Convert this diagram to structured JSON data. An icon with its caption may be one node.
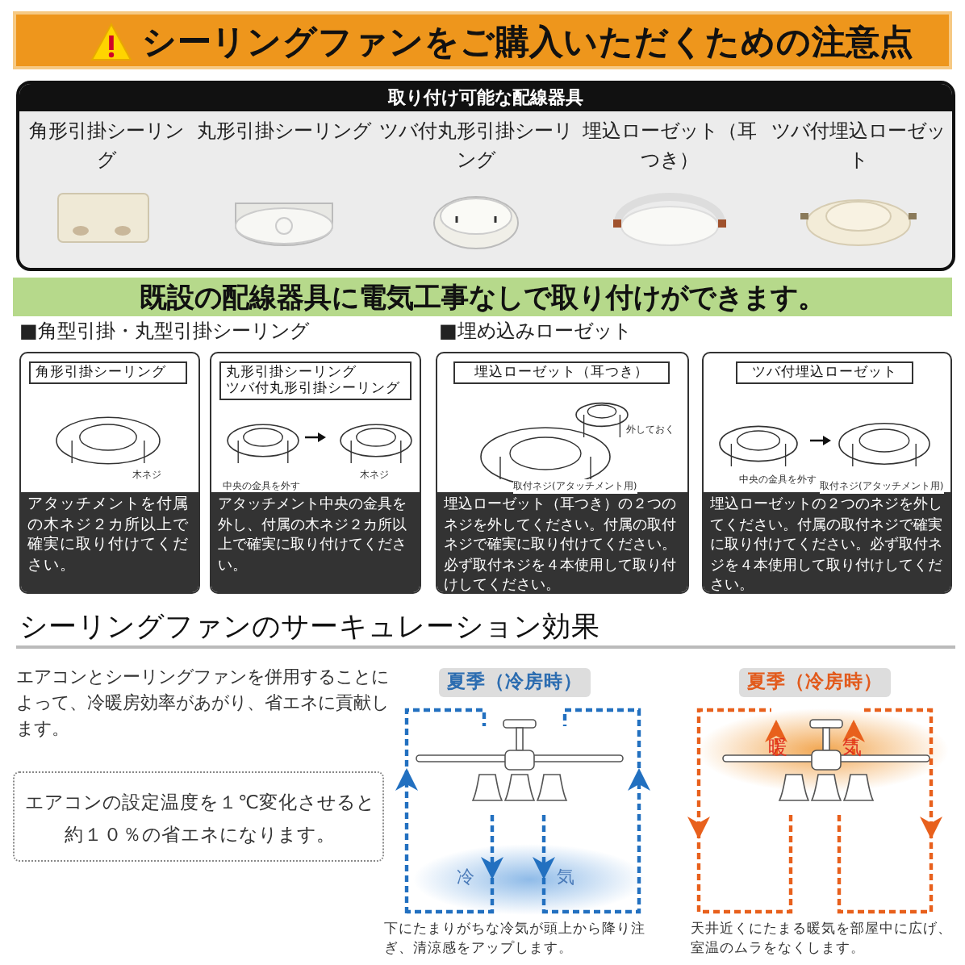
{
  "diagram": {
    "title": "シーリングファンをご購入いただくための注意点",
    "nodes": [
      {
        "text": [
          "取り付け可能な配線器具"
        ]
      },
      {
        "text": [
          "角形引掛シーリング"
        ],
        "in": 0
      },
      {
        "text": [
          "丸形引掛シーリング"
        ],
        "in": 0
      },
      {
        "text": [
          "ツバ付丸形引掛シーリング"
        ],
        "in": 0
      },
      {
        "text": [
          "埋込ローゼット（耳つき）"
        ],
        "in": 0
      },
      {
        "text": [
          "ツバ付埋込ローゼット"
        ],
        "in": 0
      },
      {
        "text": [
          "既設の配線器具に電気工事なしで取り付けができます。"
        ]
      },
      {
        "text": [
          "角形引掛シーリング",
          "アタッチメントを付属の木ネジ２カ所以上で確実に取り付けてください。"
        ]
      },
      {
        "text": [
          "丸形引掛シーリング",
          "ツバ付丸形引掛シーリング",
          "アタッチメント中央の金具を外し、付属の木ネジ２カ所以上で確実に取り付けてください。"
        ]
      },
      {
        "text": [
          "埋込ローゼット（耳つき）",
          "埋込ローゼット（耳つき）の２つのネジを外してください。付属の取付ネジで確実に取り付けてください。必ず取付ネジを４本使用して取り付けしてください。"
        ]
      },
      {
        "text": [
          "ツバ付埋込ローゼット",
          "埋込ローゼットの２つのネジを外してください。付属の取付ネジで確実に取り付けてください。必ず取付ネジを４本使用して取り付けしてください。"
        ]
      },
      {
        "text": [
          "エアコンの設定温度を１℃変化させると約１０％の省エネになります。"
        ]
      },
      {
        "text": [
          "夏季（冷房時）"
        ]
      },
      {
        "text": [
          "夏季（冷房時）"
        ]
      }
    ],
    "labels": [
      "■角型引掛・丸型引掛シーリング",
      "■埋め込みローゼット",
      "木ネジ",
      "中央の金具を外す",
      "木ネジ",
      "外しておく",
      "取付ネジ(アタッチメント用)",
      "中央の金具を外す",
      "取付ネジ(アタッチメント用)",
      "シーリングファンのサーキュレーション効果",
      "エアコンとシーリングファンを併用することによって、冷暖房効率があがり、省エネに貢献します。",
      "冷",
      "気",
      "下にたまりがちな冷気が頭上から降り注ぎ、清涼感をアップします。",
      "暖",
      "気",
      "天井近くにたまる暖気を部屋中に広げ、室温のムラをなくします。"
    ]
  }
}
